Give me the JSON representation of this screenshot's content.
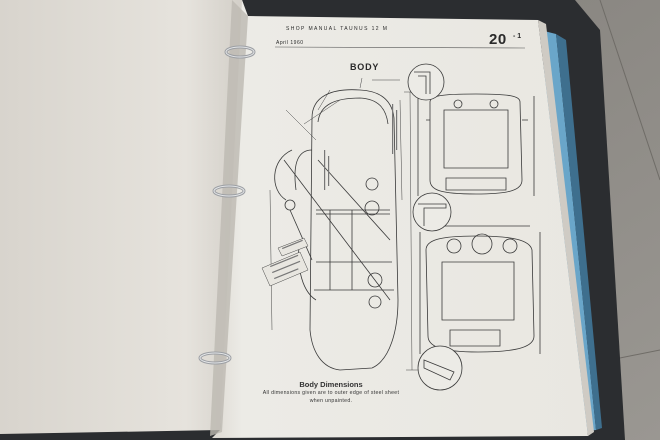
{
  "manual": {
    "header": "SHOP MANUAL TAUNUS 12 M",
    "date": "April 1960",
    "page_number": "20",
    "page_sub": "- 1",
    "title": "BODY",
    "caption_title": "Body Dimensions",
    "caption_line1": "All dimensions given are to outer edge of steel sheet",
    "caption_line2": "when unpainted."
  },
  "colors": {
    "floor": "#8d8a85",
    "page": "#ece9e2",
    "binder": "#2b2d30",
    "tab": "#6aa6c9",
    "ink": "#2f2f2f"
  },
  "icons": [
    "binder-ring-icon",
    "binder-ring-icon",
    "binder-ring-icon"
  ]
}
